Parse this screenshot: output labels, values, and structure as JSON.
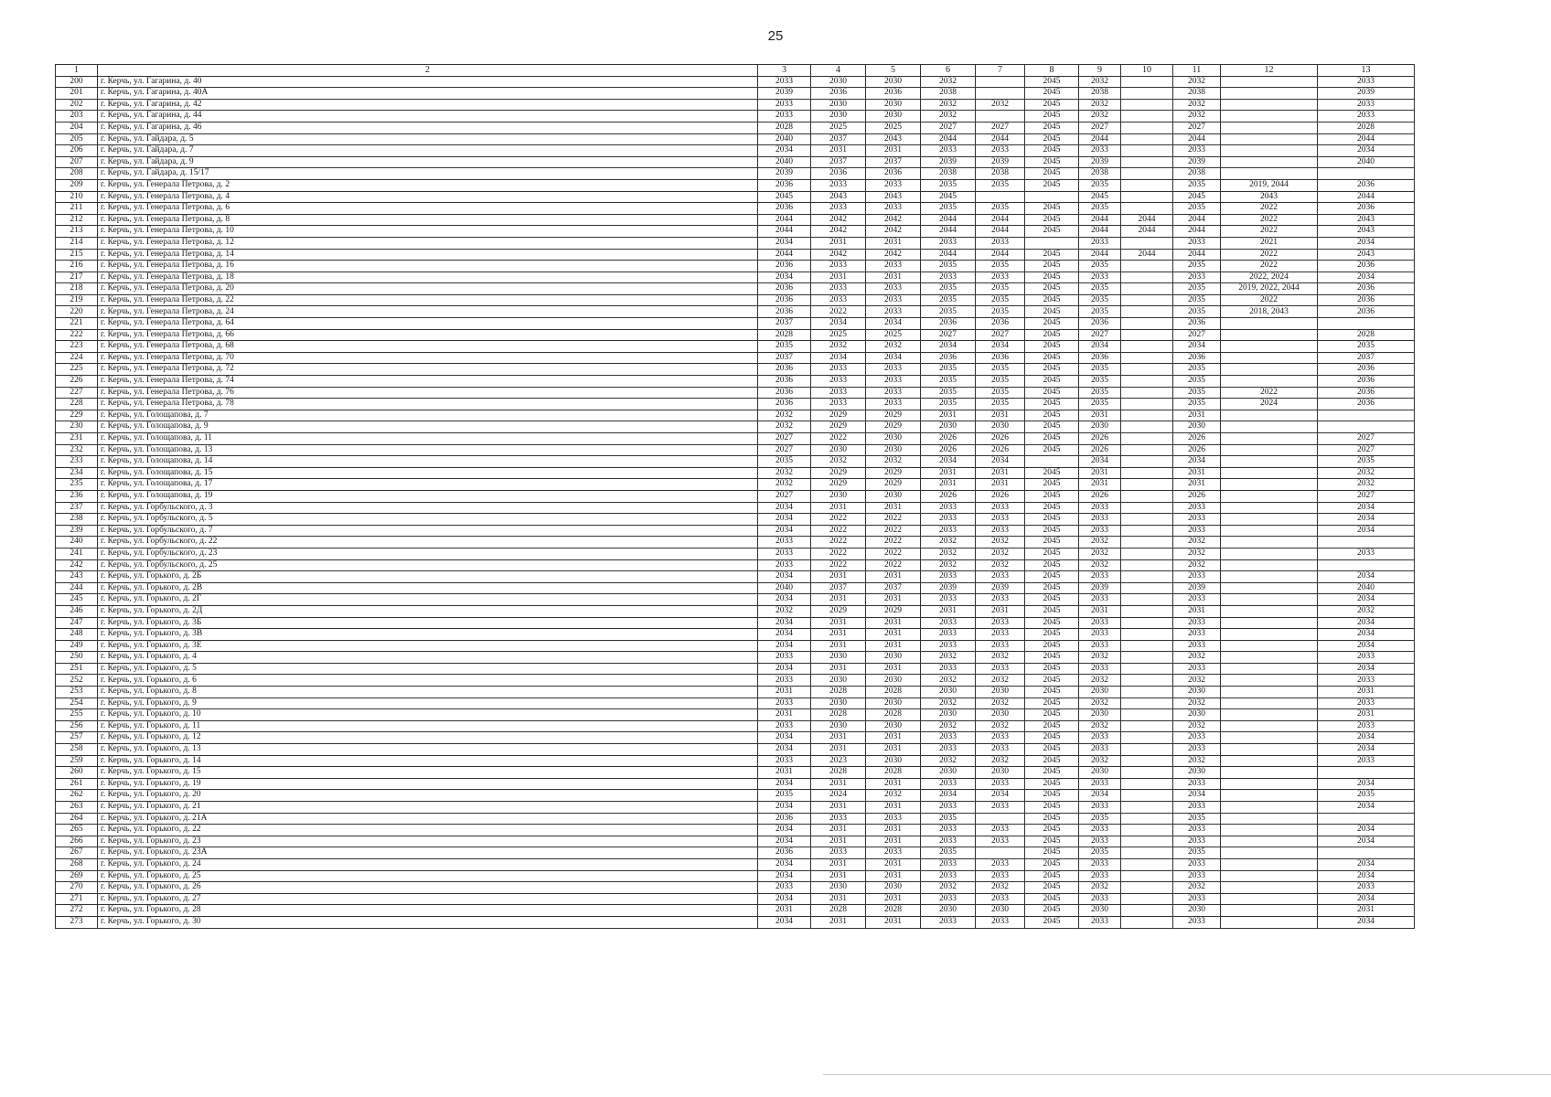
{
  "page_number": "25",
  "header": [
    "1",
    "2",
    "3",
    "4",
    "5",
    "6",
    "7",
    "8",
    "9",
    "10",
    "11",
    "12",
    "13"
  ],
  "rows": [
    [
      "200",
      "г. Керчь, ул. Гагарина, д. 40",
      "2033",
      "2030",
      "2030",
      "2032",
      "",
      "2045",
      "2032",
      "",
      "2032",
      "",
      "2033"
    ],
    [
      "201",
      "г. Керчь, ул. Гагарина, д. 40А",
      "2039",
      "2036",
      "2036",
      "2038",
      "",
      "2045",
      "2038",
      "",
      "2038",
      "",
      "2039"
    ],
    [
      "202",
      "г. Керчь, ул. Гагарина, д. 42",
      "2033",
      "2030",
      "2030",
      "2032",
      "2032",
      "2045",
      "2032",
      "",
      "2032",
      "",
      "2033"
    ],
    [
      "203",
      "г. Керчь, ул. Гагарина, д. 44",
      "2033",
      "2030",
      "2030",
      "2032",
      "",
      "2045",
      "2032",
      "",
      "2032",
      "",
      "2033"
    ],
    [
      "204",
      "г. Керчь, ул. Гагарина, д. 46",
      "2028",
      "2025",
      "2025",
      "2027",
      "2027",
      "2045",
      "2027",
      "",
      "2027",
      "",
      "2028"
    ],
    [
      "205",
      "г. Керчь, ул. Гайдара, д. 5",
      "2040",
      "2037",
      "2043",
      "2044",
      "2044",
      "2045",
      "2044",
      "",
      "2044",
      "",
      "2044"
    ],
    [
      "206",
      "г. Керчь, ул. Гайдара, д. 7",
      "2034",
      "2031",
      "2031",
      "2033",
      "2033",
      "2045",
      "2033",
      "",
      "2033",
      "",
      "2034"
    ],
    [
      "207",
      "г. Керчь, ул. Гайдара, д. 9",
      "2040",
      "2037",
      "2037",
      "2039",
      "2039",
      "2045",
      "2039",
      "",
      "2039",
      "",
      "2040"
    ],
    [
      "208",
      "г. Керчь, ул. Гайдара, д. 15/17",
      "2039",
      "2036",
      "2036",
      "2038",
      "2038",
      "2045",
      "2038",
      "",
      "2038",
      "",
      ""
    ],
    [
      "209",
      "г. Керчь, ул. Генерала Петрова, д. 2",
      "2036",
      "2033",
      "2033",
      "2035",
      "2035",
      "2045",
      "2035",
      "",
      "2035",
      "2019, 2044",
      "2036"
    ],
    [
      "210",
      "г. Керчь, ул. Генерала Петрова, д. 4",
      "2045",
      "2043",
      "2043",
      "2045",
      "",
      "",
      "2045",
      "",
      "2045",
      "2043",
      "2044"
    ],
    [
      "211",
      "г. Керчь, ул. Генерала Петрова, д. 6",
      "2036",
      "2033",
      "2033",
      "2035",
      "2035",
      "2045",
      "2035",
      "",
      "2035",
      "2022",
      "2036"
    ],
    [
      "212",
      "г. Керчь, ул. Генерала Петрова, д. 8",
      "2044",
      "2042",
      "2042",
      "2044",
      "2044",
      "2045",
      "2044",
      "2044",
      "2044",
      "2022",
      "2043"
    ],
    [
      "213",
      "г. Керчь, ул. Генерала Петрова, д. 10",
      "2044",
      "2042",
      "2042",
      "2044",
      "2044",
      "2045",
      "2044",
      "2044",
      "2044",
      "2022",
      "2043"
    ],
    [
      "214",
      "г. Керчь, ул. Генерала Петрова, д. 12",
      "2034",
      "2031",
      "2031",
      "2033",
      "2033",
      "",
      "2033",
      "",
      "2033",
      "2021",
      "2034"
    ],
    [
      "215",
      "г. Керчь, ул. Генерала Петрова, д. 14",
      "2044",
      "2042",
      "2042",
      "2044",
      "2044",
      "2045",
      "2044",
      "2044",
      "2044",
      "2022",
      "2043"
    ],
    [
      "216",
      "г. Керчь, ул. Генерала Петрова, д. 16",
      "2036",
      "2033",
      "2033",
      "2035",
      "2035",
      "2045",
      "2035",
      "",
      "2035",
      "2022",
      "2036"
    ],
    [
      "217",
      "г. Керчь, ул. Генерала Петрова, д. 18",
      "2034",
      "2031",
      "2031",
      "2033",
      "2033",
      "2045",
      "2033",
      "",
      "2033",
      "2022, 2024",
      "2034"
    ],
    [
      "218",
      "г. Керчь, ул. Генерала Петрова, д. 20",
      "2036",
      "2033",
      "2033",
      "2035",
      "2035",
      "2045",
      "2035",
      "",
      "2035",
      "2019, 2022, 2044",
      "2036"
    ],
    [
      "219",
      "г. Керчь, ул. Генерала Петрова, д. 22",
      "2036",
      "2033",
      "2033",
      "2035",
      "2035",
      "2045",
      "2035",
      "",
      "2035",
      "2022",
      "2036"
    ],
    [
      "220",
      "г. Керчь, ул. Генерала Петрова, д. 24",
      "2036",
      "2022",
      "2033",
      "2035",
      "2035",
      "2045",
      "2035",
      "",
      "2035",
      "2018, 2043",
      "2036"
    ],
    [
      "221",
      "г. Керчь, ул. Генерала Петрова, д. 64",
      "2037",
      "2034",
      "2034",
      "2036",
      "2036",
      "2045",
      "2036",
      "",
      "2036",
      "",
      ""
    ],
    [
      "222",
      "г. Керчь, ул. Генерала Петрова, д. 66",
      "2028",
      "2025",
      "2025",
      "2027",
      "2027",
      "2045",
      "2027",
      "",
      "2027",
      "",
      "2028"
    ],
    [
      "223",
      "г. Керчь, ул. Генерала Петрова, д. 68",
      "2035",
      "2032",
      "2032",
      "2034",
      "2034",
      "2045",
      "2034",
      "",
      "2034",
      "",
      "2035"
    ],
    [
      "224",
      "г. Керчь, ул. Генерала Петрова, д. 70",
      "2037",
      "2034",
      "2034",
      "2036",
      "2036",
      "2045",
      "2036",
      "",
      "2036",
      "",
      "2037"
    ],
    [
      "225",
      "г. Керчь, ул. Генерала Петрова, д. 72",
      "2036",
      "2033",
      "2033",
      "2035",
      "2035",
      "2045",
      "2035",
      "",
      "2035",
      "",
      "2036"
    ],
    [
      "226",
      "г. Керчь, ул. Генерала Петрова, д. 74",
      "2036",
      "2033",
      "2033",
      "2035",
      "2035",
      "2045",
      "2035",
      "",
      "2035",
      "",
      "2036"
    ],
    [
      "227",
      "г. Керчь, ул. Генерала Петрова, д. 76",
      "2036",
      "2033",
      "2033",
      "2035",
      "2035",
      "2045",
      "2035",
      "",
      "2035",
      "2022",
      "2036"
    ],
    [
      "228",
      "г. Керчь, ул. Генерала Петрова, д. 78",
      "2036",
      "2033",
      "2033",
      "2035",
      "2035",
      "2045",
      "2035",
      "",
      "2035",
      "2024",
      "2036"
    ],
    [
      "229",
      "г. Керчь, ул. Голощапова, д. 7",
      "2032",
      "2029",
      "2029",
      "2031",
      "2031",
      "2045",
      "2031",
      "",
      "2031",
      "",
      ""
    ],
    [
      "230",
      "г. Керчь, ул. Голощапова, д. 9",
      "2032",
      "2029",
      "2029",
      "2030",
      "2030",
      "2045",
      "2030",
      "",
      "2030",
      "",
      ""
    ],
    [
      "231",
      "г. Керчь, ул. Голощапова, д. 11",
      "2027",
      "2022",
      "2030",
      "2026",
      "2026",
      "2045",
      "2026",
      "",
      "2026",
      "",
      "2027"
    ],
    [
      "232",
      "г. Керчь, ул. Голощапова, д. 13",
      "2027",
      "2030",
      "2030",
      "2026",
      "2026",
      "2045",
      "2026",
      "",
      "2026",
      "",
      "2027"
    ],
    [
      "233",
      "г. Керчь, ул. Голощапова, д. 14",
      "2035",
      "2032",
      "2032",
      "2034",
      "2034",
      "",
      "2034",
      "",
      "2034",
      "",
      "2035"
    ],
    [
      "234",
      "г. Керчь, ул. Голощапова, д. 15",
      "2032",
      "2029",
      "2029",
      "2031",
      "2031",
      "2045",
      "2031",
      "",
      "2031",
      "",
      "2032"
    ],
    [
      "235",
      "г. Керчь, ул. Голощапова, д. 17",
      "2032",
      "2029",
      "2029",
      "2031",
      "2031",
      "2045",
      "2031",
      "",
      "2031",
      "",
      "2032"
    ],
    [
      "236",
      "г. Керчь, ул. Голощапова, д. 19",
      "2027",
      "2030",
      "2030",
      "2026",
      "2026",
      "2045",
      "2026",
      "",
      "2026",
      "",
      "2027"
    ],
    [
      "237",
      "г. Керчь, ул. Горбульского, д. 3",
      "2034",
      "2031",
      "2031",
      "2033",
      "2033",
      "2045",
      "2033",
      "",
      "2033",
      "",
      "2034"
    ],
    [
      "238",
      "г. Керчь, ул. Горбульского, д. 5",
      "2034",
      "2022",
      "2022",
      "2033",
      "2033",
      "2045",
      "2033",
      "",
      "2033",
      "",
      "2034"
    ],
    [
      "239",
      "г. Керчь, ул. Горбульского, д. 7",
      "2034",
      "2022",
      "2022",
      "2033",
      "2033",
      "2045",
      "2033",
      "",
      "2033",
      "",
      "2034"
    ],
    [
      "240",
      "г. Керчь, ул. Горбульского, д. 22",
      "2033",
      "2022",
      "2022",
      "2032",
      "2032",
      "2045",
      "2032",
      "",
      "2032",
      "",
      ""
    ],
    [
      "241",
      "г. Керчь, ул. Горбульского, д. 23",
      "2033",
      "2022",
      "2022",
      "2032",
      "2032",
      "2045",
      "2032",
      "",
      "2032",
      "",
      "2033"
    ],
    [
      "242",
      "г. Керчь, ул. Горбульского, д. 25",
      "2033",
      "2022",
      "2022",
      "2032",
      "2032",
      "2045",
      "2032",
      "",
      "2032",
      "",
      ""
    ],
    [
      "243",
      "г. Керчь, ул. Горького, д. 2Б",
      "2034",
      "2031",
      "2031",
      "2033",
      "2033",
      "2045",
      "2033",
      "",
      "2033",
      "",
      "2034"
    ],
    [
      "244",
      "г. Керчь, ул. Горького, д. 2В",
      "2040",
      "2037",
      "2037",
      "2039",
      "2039",
      "2045",
      "2039",
      "",
      "2039",
      "",
      "2040"
    ],
    [
      "245",
      "г. Керчь, ул. Горького, д. 2Г",
      "2034",
      "2031",
      "2031",
      "2033",
      "2033",
      "2045",
      "2033",
      "",
      "2033",
      "",
      "2034"
    ],
    [
      "246",
      "г. Керчь, ул. Горького, д. 2Д",
      "2032",
      "2029",
      "2029",
      "2031",
      "2031",
      "2045",
      "2031",
      "",
      "2031",
      "",
      "2032"
    ],
    [
      "247",
      "г. Керчь, ул. Горького, д. 3Б",
      "2034",
      "2031",
      "2031",
      "2033",
      "2033",
      "2045",
      "2033",
      "",
      "2033",
      "",
      "2034"
    ],
    [
      "248",
      "г. Керчь, ул. Горького, д. 3В",
      "2034",
      "2031",
      "2031",
      "2033",
      "2033",
      "2045",
      "2033",
      "",
      "2033",
      "",
      "2034"
    ],
    [
      "249",
      "г. Керчь, ул. Горького, д. 3Е",
      "2034",
      "2031",
      "2031",
      "2033",
      "2033",
      "2045",
      "2033",
      "",
      "2033",
      "",
      "2034"
    ],
    [
      "250",
      "г. Керчь, ул. Горького, д. 4",
      "2033",
      "2030",
      "2030",
      "2032",
      "2032",
      "2045",
      "2032",
      "",
      "2032",
      "",
      "2033"
    ],
    [
      "251",
      "г. Керчь, ул. Горького, д. 5",
      "2034",
      "2031",
      "2031",
      "2033",
      "2033",
      "2045",
      "2033",
      "",
      "2033",
      "",
      "2034"
    ],
    [
      "252",
      "г. Керчь, ул. Горького, д. 6",
      "2033",
      "2030",
      "2030",
      "2032",
      "2032",
      "2045",
      "2032",
      "",
      "2032",
      "",
      "2033"
    ],
    [
      "253",
      "г. Керчь, ул. Горького, д. 8",
      "2031",
      "2028",
      "2028",
      "2030",
      "2030",
      "2045",
      "2030",
      "",
      "2030",
      "",
      "2031"
    ],
    [
      "254",
      "г. Керчь, ул. Горького, д. 9",
      "2033",
      "2030",
      "2030",
      "2032",
      "2032",
      "2045",
      "2032",
      "",
      "2032",
      "",
      "2033"
    ],
    [
      "255",
      "г. Керчь, ул. Горького, д. 10",
      "2031",
      "2028",
      "2028",
      "2030",
      "2030",
      "2045",
      "2030",
      "",
      "2030",
      "",
      "2031"
    ],
    [
      "256",
      "г. Керчь, ул. Горького, д. 11",
      "2033",
      "2030",
      "2030",
      "2032",
      "2032",
      "2045",
      "2032",
      "",
      "2032",
      "",
      "2033"
    ],
    [
      "257",
      "г. Керчь, ул. Горького, д. 12",
      "2034",
      "2031",
      "2031",
      "2033",
      "2033",
      "2045",
      "2033",
      "",
      "2033",
      "",
      "2034"
    ],
    [
      "258",
      "г. Керчь, ул. Горького, д. 13",
      "2034",
      "2031",
      "2031",
      "2033",
      "2033",
      "2045",
      "2033",
      "",
      "2033",
      "",
      "2034"
    ],
    [
      "259",
      "г. Керчь, ул. Горького, д. 14",
      "2033",
      "2023",
      "2030",
      "2032",
      "2032",
      "2045",
      "2032",
      "",
      "2032",
      "",
      "2033"
    ],
    [
      "260",
      "г. Керчь, ул. Горького, д. 15",
      "2031",
      "2028",
      "2028",
      "2030",
      "2030",
      "2045",
      "2030",
      "",
      "2030",
      "",
      ""
    ],
    [
      "261",
      "г. Керчь, ул. Горького, д. 19",
      "2034",
      "2031",
      "2031",
      "2033",
      "2033",
      "2045",
      "2033",
      "",
      "2033",
      "",
      "2034"
    ],
    [
      "262",
      "г. Керчь, ул. Горького, д. 20",
      "2035",
      "2024",
      "2032",
      "2034",
      "2034",
      "2045",
      "2034",
      "",
      "2034",
      "",
      "2035"
    ],
    [
      "263",
      "г. Керчь, ул. Горького, д. 21",
      "2034",
      "2031",
      "2031",
      "2033",
      "2033",
      "2045",
      "2033",
      "",
      "2033",
      "",
      "2034"
    ],
    [
      "264",
      "г. Керчь, ул. Горького, д. 21А",
      "2036",
      "2033",
      "2033",
      "2035",
      "",
      "2045",
      "2035",
      "",
      "2035",
      "",
      ""
    ],
    [
      "265",
      "г. Керчь, ул. Горького, д. 22",
      "2034",
      "2031",
      "2031",
      "2033",
      "2033",
      "2045",
      "2033",
      "",
      "2033",
      "",
      "2034"
    ],
    [
      "266",
      "г. Керчь, ул. Горького, д. 23",
      "2034",
      "2031",
      "2031",
      "2033",
      "2033",
      "2045",
      "2033",
      "",
      "2033",
      "",
      "2034"
    ],
    [
      "267",
      "г. Керчь, ул. Горького, д. 23А",
      "2036",
      "2033",
      "2033",
      "2035",
      "",
      "2045",
      "2035",
      "",
      "2035",
      "",
      ""
    ],
    [
      "268",
      "г. Керчь, ул. Горького, д. 24",
      "2034",
      "2031",
      "2031",
      "2033",
      "2033",
      "2045",
      "2033",
      "",
      "2033",
      "",
      "2034"
    ],
    [
      "269",
      "г. Керчь, ул. Горького, д. 25",
      "2034",
      "2031",
      "2031",
      "2033",
      "2033",
      "2045",
      "2033",
      "",
      "2033",
      "",
      "2034"
    ],
    [
      "270",
      "г. Керчь, ул. Горького, д. 26",
      "2033",
      "2030",
      "2030",
      "2032",
      "2032",
      "2045",
      "2032",
      "",
      "2032",
      "",
      "2033"
    ],
    [
      "271",
      "г. Керчь, ул. Горького, д. 27",
      "2034",
      "2031",
      "2031",
      "2033",
      "2033",
      "2045",
      "2033",
      "",
      "2033",
      "",
      "2034"
    ],
    [
      "272",
      "г. Керчь, ул. Горького, д. 28",
      "2031",
      "2028",
      "2028",
      "2030",
      "2030",
      "2045",
      "2030",
      "",
      "2030",
      "",
      "2031"
    ],
    [
      "273",
      "г. Керчь, ул. Горького, д. 30",
      "2034",
      "2031",
      "2031",
      "2033",
      "2033",
      "2045",
      "2033",
      "",
      "2033",
      "",
      "2034"
    ]
  ]
}
